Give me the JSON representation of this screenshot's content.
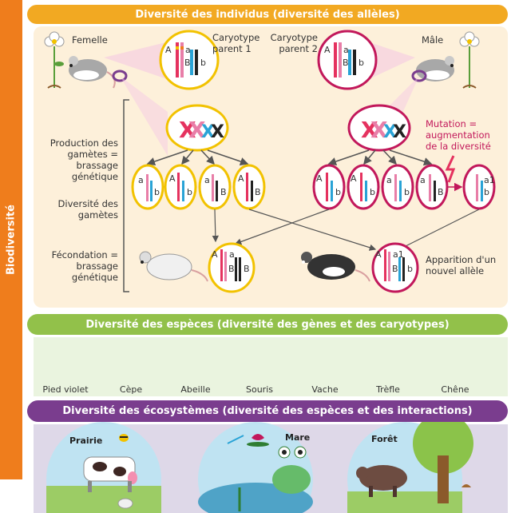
{
  "sidebar": {
    "label": "Biodiversité"
  },
  "banners": {
    "individus": "Diversité des individus (diversité des allèles)",
    "especes": "Diversité des espèces (diversité des gènes et des caryotypes)",
    "ecosystemes": "Diversité des écosystèmes (diversité des espèces et des interactions)"
  },
  "parents": {
    "femelle": "Femelle",
    "male": "Mâle",
    "caryotype1": "Caryotype parent 1",
    "caryotype2": "Caryotype parent 2"
  },
  "labels": {
    "production": "Production des gamètes = brassage génétique",
    "diversite_gametes": "Diversité des gamètes",
    "fecondation": "Fécondation = brassage génétique",
    "mutation": "Mutation = augmentation de la diversité",
    "apparition": "Apparition d'un nouvel allèle"
  },
  "alleles": {
    "A": "A",
    "a": "a",
    "B": "B",
    "b": "b",
    "a1": "a1"
  },
  "especes": [
    "Pied violet",
    "Cèpe",
    "Abeille",
    "Souris",
    "Vache",
    "Trèfle",
    "Chêne"
  ],
  "ecosystemes": [
    "Prairie",
    "Mare",
    "Forêt"
  ],
  "colors": {
    "orange": "#ef7d1c",
    "yellow": "#f2a922",
    "green": "#92c14a",
    "purple": "#7a3d8e",
    "red": "#c2185b",
    "pink": "#e87ea8",
    "blue": "#29a3d6"
  }
}
